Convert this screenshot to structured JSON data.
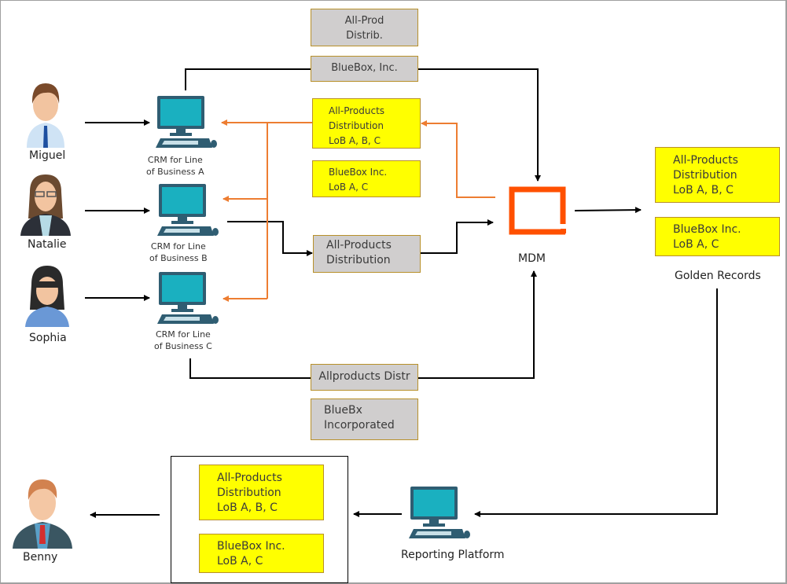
{
  "diagram": {
    "title": "MDM Golden Records Data Flow",
    "colors": {
      "gray_box": "#d0cece",
      "yellow_box": "#ffff00",
      "box_border": "#b8902a",
      "orange_line": "#ed7d31",
      "mdm_logo": "#ff5000",
      "monitor": "#1ab0c0"
    },
    "users": [
      {
        "name": "Miguel"
      },
      {
        "name": "Natalie"
      },
      {
        "name": "Sophia"
      },
      {
        "name": "Benny"
      }
    ],
    "crm_systems": [
      {
        "label_line1": "CRM for Line",
        "label_line2": "of Business  A"
      },
      {
        "label_line1": "CRM for Line",
        "label_line2": "of Business  B"
      },
      {
        "label_line1": "CRM for Line",
        "label_line2": "of Business C"
      }
    ],
    "source_records": {
      "top": [
        {
          "line1": "All-Prod",
          "line2": "Distrib."
        },
        {
          "line1": "BlueBox, Inc."
        }
      ],
      "middle": {
        "line1": "All-Products",
        "line2": "Distribution"
      },
      "bottom": [
        {
          "line1": "Allproducts Distr"
        },
        {
          "line1": "BlueBx",
          "line2": "Incorporated"
        }
      ]
    },
    "feedback_records": [
      {
        "line1": "All-Products",
        "line2": "Distribution",
        "line3": "LoB A, B, C"
      },
      {
        "line1": "BlueBox Inc.",
        "line2": "LoB A, C"
      }
    ],
    "mdm": {
      "label": "MDM"
    },
    "golden_records": {
      "label": "Golden Records",
      "records": [
        {
          "line1": "All-Products",
          "line2": "Distribution",
          "line3": "LoB A, B, C"
        },
        {
          "line1": "BlueBox Inc.",
          "line2": "LoB A, C"
        }
      ]
    },
    "report_records": [
      {
        "line1": "All-Products",
        "line2": "Distribution",
        "line3": "LoB A, B, C"
      },
      {
        "line1": "BlueBox Inc.",
        "line2": "LoB A, C"
      }
    ],
    "reporting_platform": {
      "label": "Reporting Platform"
    }
  }
}
